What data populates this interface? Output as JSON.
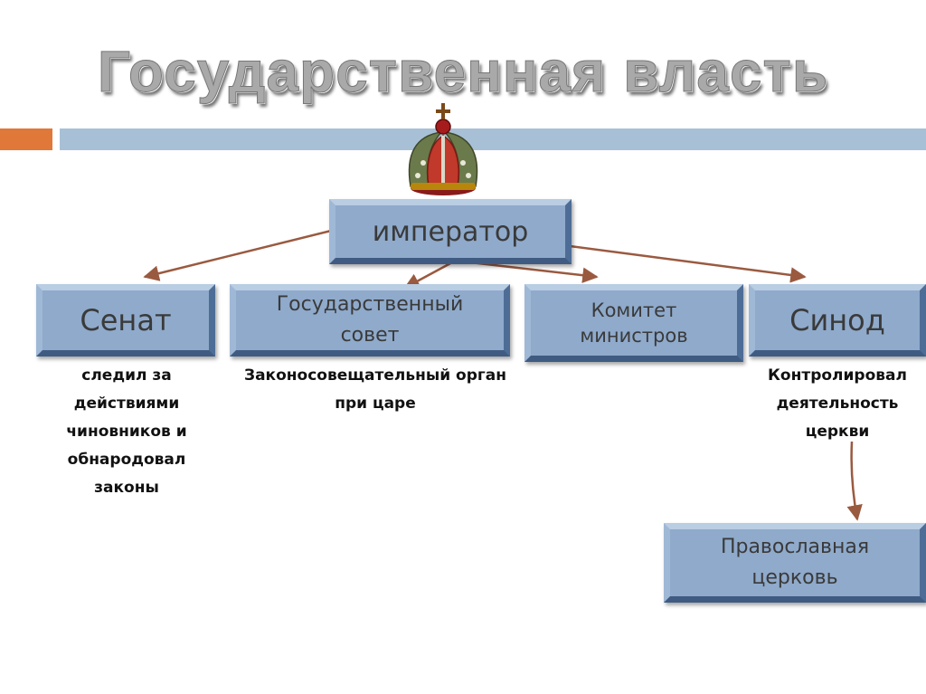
{
  "title": "Государственная власть",
  "colors": {
    "box_fill": "#8faacb",
    "accent_orange": "#e0783a",
    "accent_blue": "#a8c0d6",
    "arrow": "#9a5a40"
  },
  "icons": {
    "crown": "crown-icon"
  },
  "nodes": {
    "emperor": "император",
    "senate": "Сенат",
    "state_council": "Государственный совет",
    "committee": "Комитет министров",
    "synod": "Синод",
    "orthodox_church": "Православная церковь"
  },
  "notes": {
    "senate": "следил за действиями чиновников и обнародовал законы",
    "state_council": "Законосовещательный орган при царе",
    "synod": "Контролировал деятельность церкви"
  }
}
